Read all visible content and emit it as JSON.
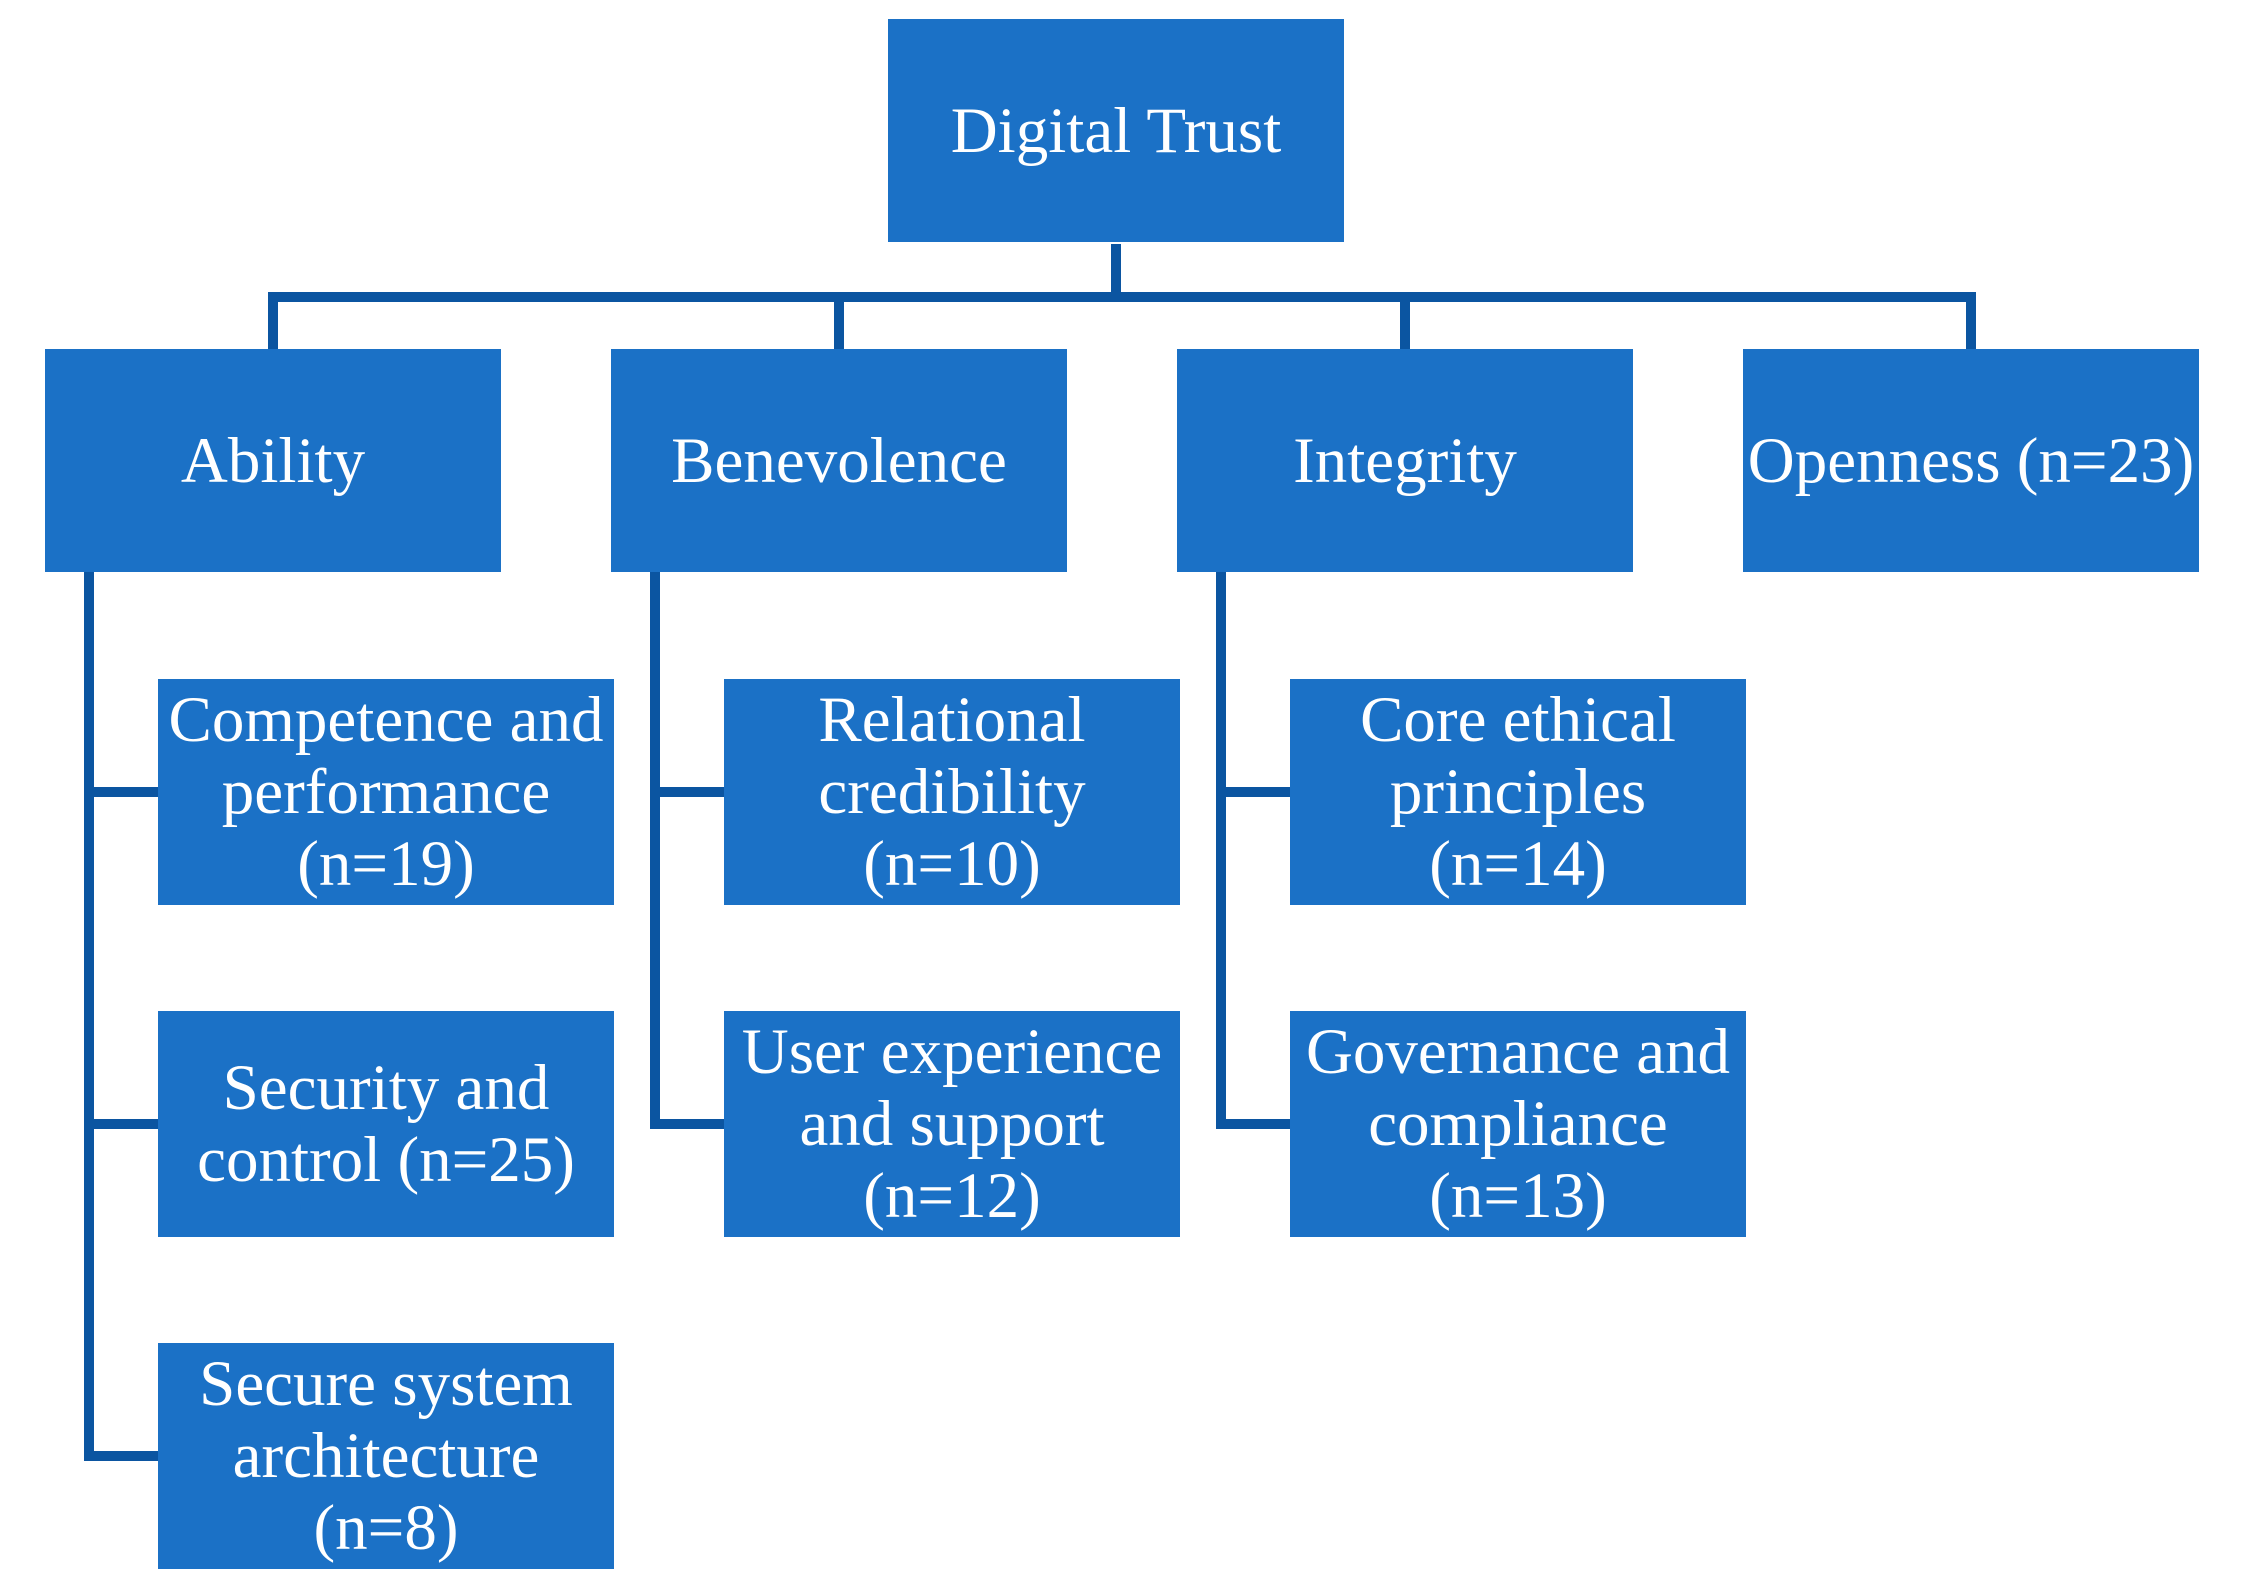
{
  "diagram": {
    "root": {
      "label": "Digital Trust"
    },
    "branches": [
      {
        "label": "Ability",
        "children": [
          {
            "label": "Competence and\nperformance\n(n=19)"
          },
          {
            "label": "Security and\ncontrol (n=25)"
          },
          {
            "label": "Secure system\narchitecture\n(n=8)"
          }
        ]
      },
      {
        "label": "Benevolence",
        "children": [
          {
            "label": "Relational\ncredibility\n(n=10)"
          },
          {
            "label": "User experience\nand support\n(n=12)"
          }
        ]
      },
      {
        "label": "Integrity",
        "children": [
          {
            "label": "Core ethical\nprinciples\n(n=14)"
          },
          {
            "label": "Governance and\ncompliance\n(n=13)"
          }
        ]
      },
      {
        "label": "Openness (n=23)",
        "children": []
      }
    ],
    "colors": {
      "box_fill": "#1B71C6",
      "box_text": "#FFFFFF",
      "connector": "#0B55A1",
      "background": "#FFFFFF"
    }
  }
}
